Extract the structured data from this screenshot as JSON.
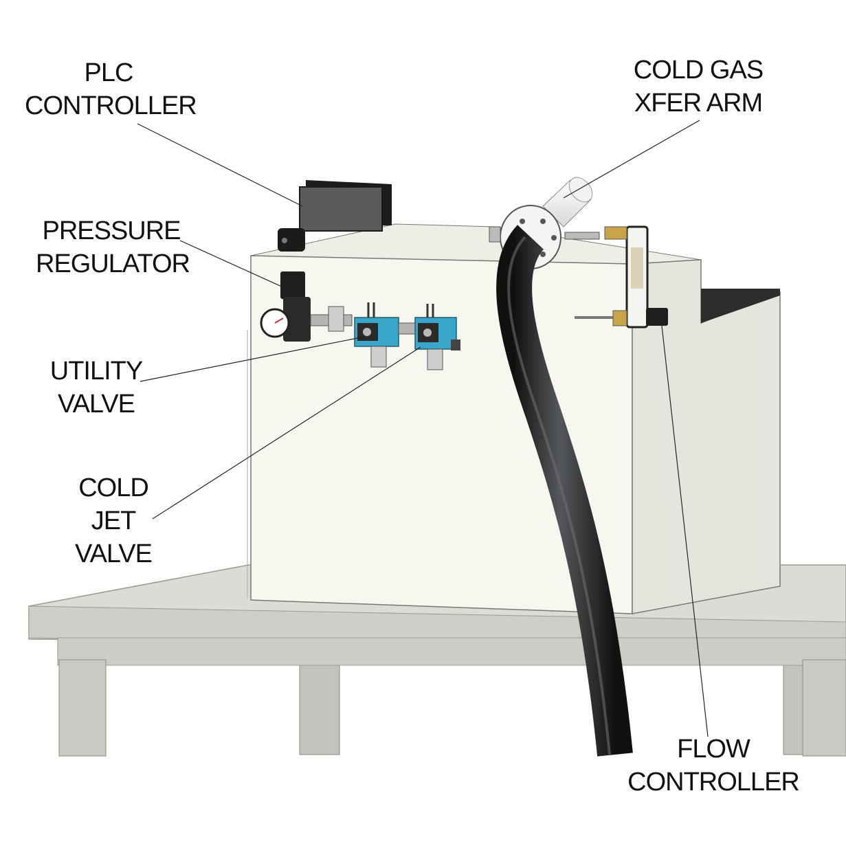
{
  "labels": {
    "plc_controller": [
      "PLC",
      "CONTROLLER"
    ],
    "cold_gas_xfer_arm": [
      "COLD GAS",
      "XFER ARM"
    ],
    "pressure_regulator": [
      "PRESSURE",
      "REGULATOR"
    ],
    "utility_valve": [
      "UTILITY",
      "VALVE"
    ],
    "cold_jet_valve": [
      "COLD",
      "JET",
      "VALVE"
    ],
    "flow_controller": [
      "FLOW",
      "CONTROLLER"
    ]
  },
  "colors": {
    "table_top": "#dcdcd6",
    "table_edge": "#c9c9c3",
    "leg": "#c8c8c2",
    "box_front": "#f7f6ef",
    "box_side": "#e6e5dd",
    "hose": "#26282a",
    "valve_blue": "#3aa6c9",
    "regulator": "#1e1e1e",
    "line": "#222222"
  }
}
